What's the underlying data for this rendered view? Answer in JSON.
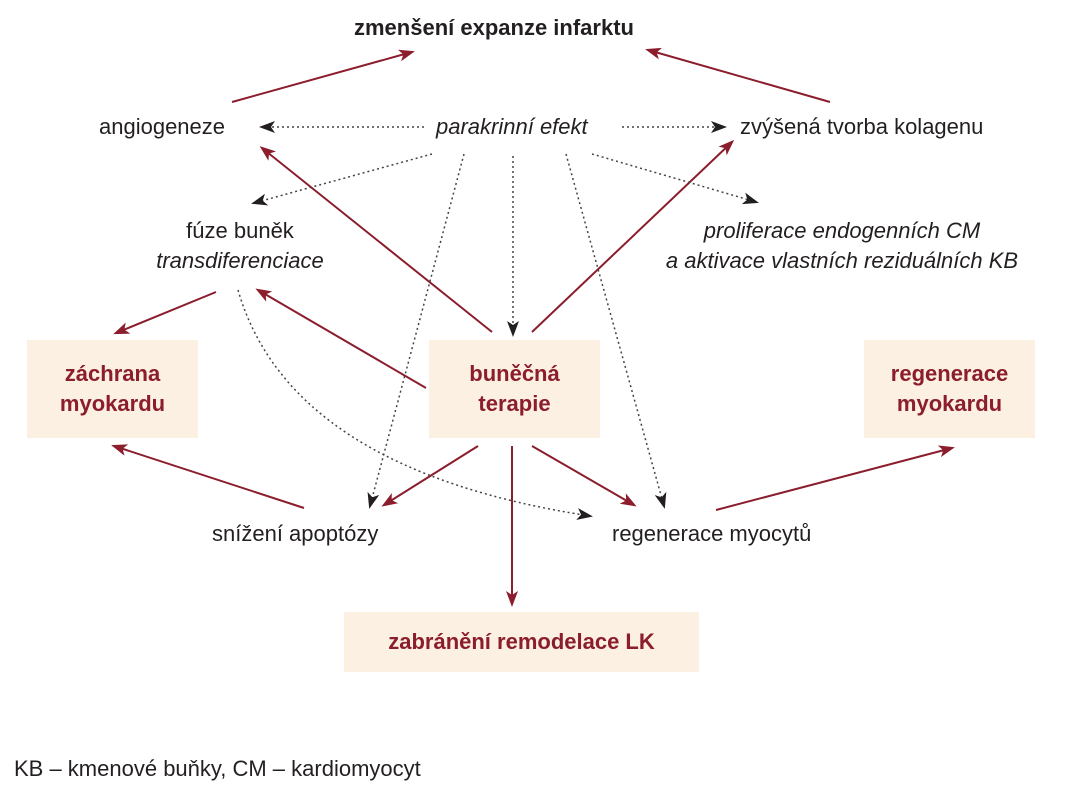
{
  "nodes": {
    "top": "zmenšení expanze infarktu",
    "angiogeneze": "angiogeneze",
    "parakrinni": "parakrinní efekt",
    "kolagen": "zvýšená tvorba kolagenu",
    "fuze_1": "fúze buněk",
    "fuze_2": "transdiferenciace",
    "prolif_1": "proliferace endogenních CM",
    "prolif_2": "a aktivace vlastních reziduálních KB",
    "zachrana_1": "záchrana",
    "zachrana_2": "myokardu",
    "bunecna_1": "buněčná",
    "bunecna_2": "terapie",
    "regenerace_1": "regenerace",
    "regenerace_2": "myokardu",
    "apoptoza": "snížení apoptózy",
    "myocyty": "regenerace myocytů",
    "remodelace": "zabránění remodelace LK"
  },
  "footnote": "KB – kmenové buňky, CM – kardiomyocyt",
  "colors": {
    "accent": "#8b1d2c",
    "box_fill": "#fbf0e1",
    "text": "#231f20",
    "dotted": "#444444"
  }
}
